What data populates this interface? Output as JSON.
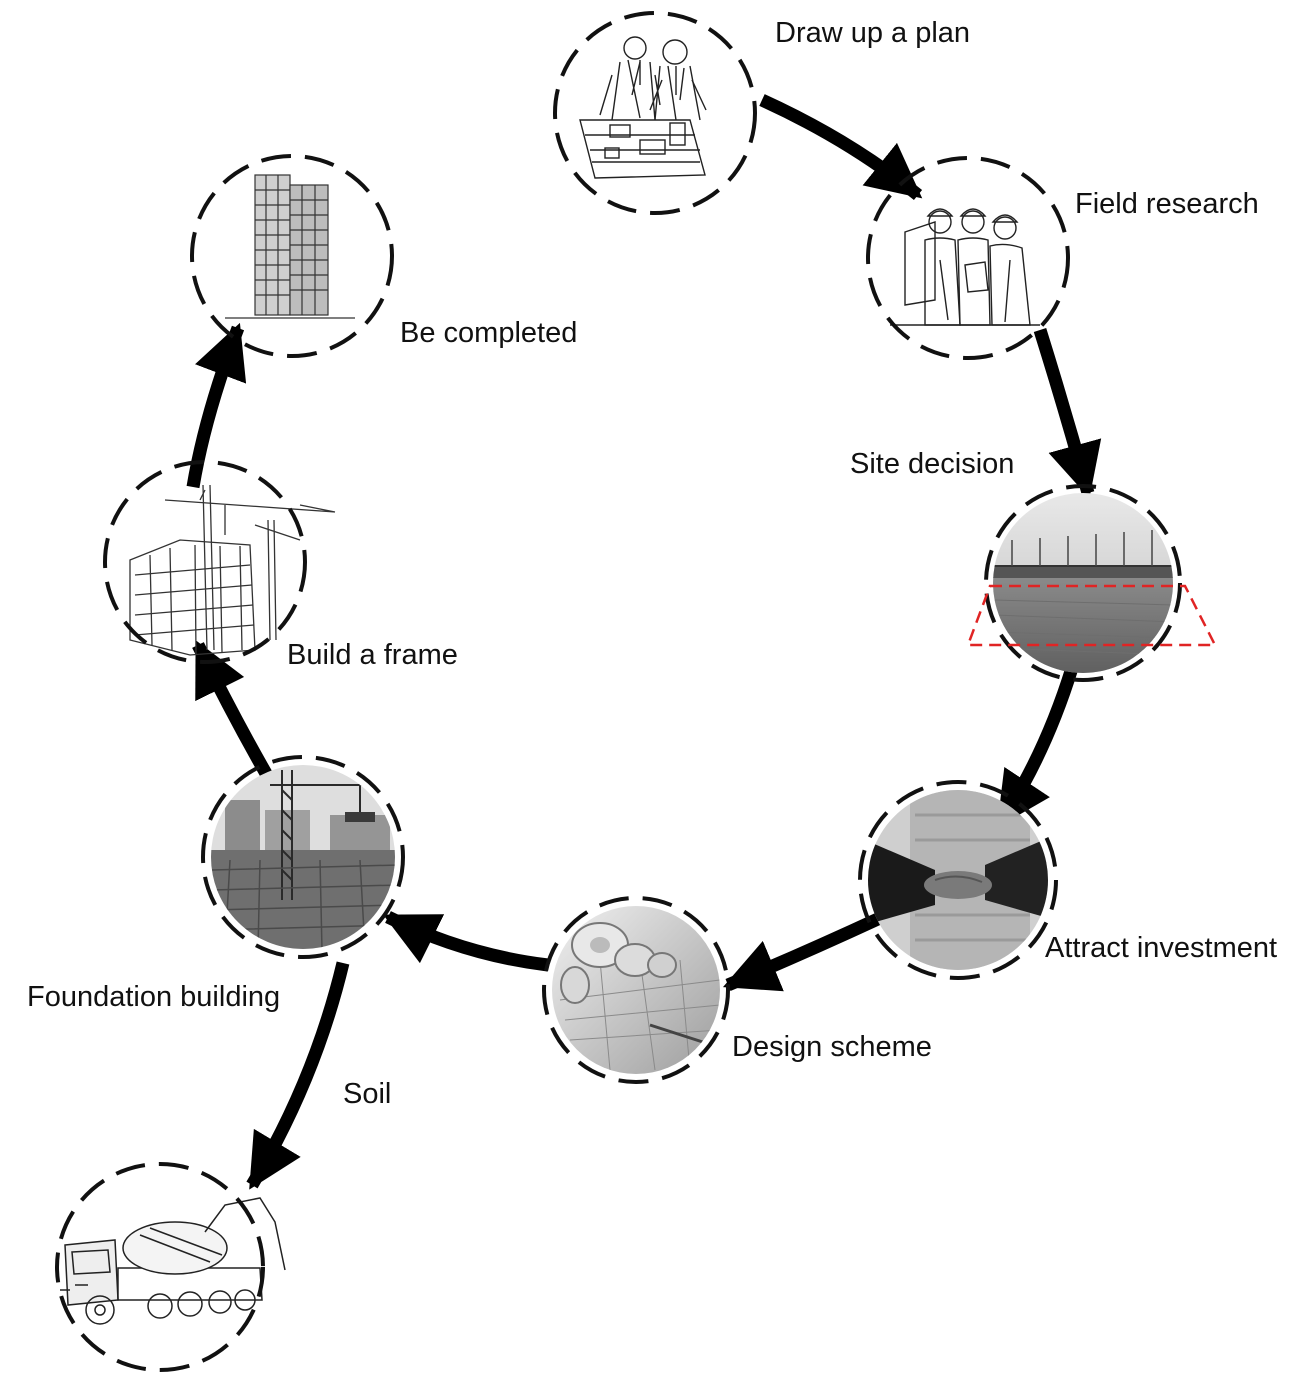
{
  "colors": {
    "ink": "#111111",
    "ring": "#111111",
    "arrow": "#000000",
    "site_outline": "#e02424"
  },
  "steps": [
    {
      "id": "draw-up-a-plan",
      "label": "Draw up a plan",
      "icon": "planners-sketch-icon"
    },
    {
      "id": "field-research",
      "label": "Field research",
      "icon": "surveyors-sketch-icon"
    },
    {
      "id": "site-decision",
      "label": "Site decision",
      "icon": "empty-site-photo-icon"
    },
    {
      "id": "attract-investment",
      "label": "Attract investment",
      "icon": "handshake-photo-icon"
    },
    {
      "id": "design-scheme",
      "label": "Design scheme",
      "icon": "blueprints-photo-icon"
    },
    {
      "id": "foundation-building",
      "label": "Foundation building",
      "icon": "construction-site-photo-icon"
    },
    {
      "id": "build-a-frame",
      "label": "Build a frame",
      "icon": "building-frame-crane-icon"
    },
    {
      "id": "be-completed",
      "label": "Be completed",
      "icon": "completed-tower-icon"
    },
    {
      "id": "soil",
      "label": "Soil",
      "icon": "concrete-truck-icon"
    }
  ]
}
